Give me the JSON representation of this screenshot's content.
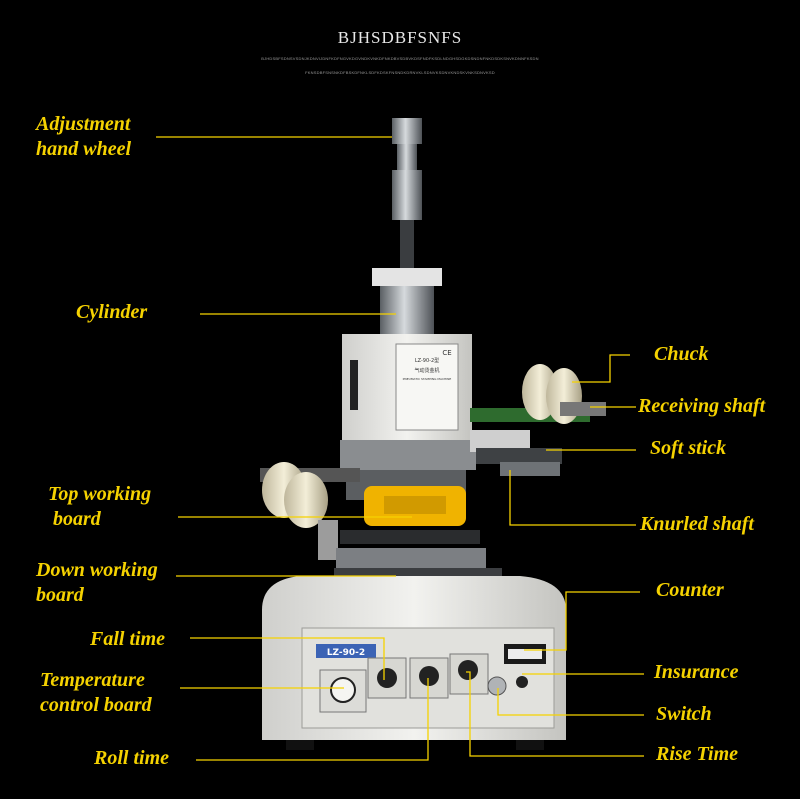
{
  "header": {
    "title": "BJHSDBFSNFS",
    "subtitle_line_1": "BJHDSBFSDNSVSDNJKDNVIJDNFKDFNGVKDGVNDKVNKDFNKDBVSDBVKDSFNDFKSDLNDGHSDGKDSNDNFNKDSDKSNVKDNNFKSDN",
    "subtitle_line_2": "FKNSDBFSNSNKDFBSKDFNKLSDFKDSKFNSNDKDRNVKLSDNVKSDNVKNDSKVNKSDNVKSD"
  },
  "labels": {
    "adjustment_hand_wheel": "Adjustment\nhand wheel",
    "cylinder": "Cylinder",
    "chuck": "Chuck",
    "receiving_shaft": "Receiving shaft",
    "soft_stick": "Soft stick",
    "top_working_board": "Top working\n board",
    "knurled_shaft": "Knurled shaft",
    "down_working_board": "Down working\nboard",
    "counter": "Counter",
    "fall_time": "Fall time",
    "temperature_control_board": "Temperature\ncontrol board",
    "insurance": "Insurance",
    "switch": "Switch",
    "roll_time": "Roll time",
    "rise_time": "Rise Time"
  },
  "machine": {
    "model_plate": "LZ-90-2",
    "nameplate_model": "LZ-90-2型",
    "nameplate_cn": "气动烫金机",
    "nameplate_en": "PNEUMATIC STAMPING MACHINE",
    "ce_mark": "CE"
  },
  "colors": {
    "background": "#000000",
    "label": "#f5d200",
    "leader": "#f5d200",
    "machine_body": "#e9e9e6",
    "metal": "#9a9fa4"
  }
}
